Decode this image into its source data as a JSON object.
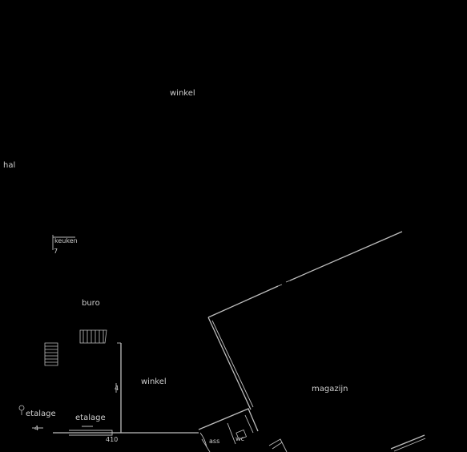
{
  "labels": {
    "winkel_top": "winkel",
    "hal": "hal",
    "keuken": "keuken",
    "toilet_num": "7",
    "buro": "buro",
    "winkel_center": "winkel",
    "magazijn": "magazijn",
    "etalage_left": "etalage",
    "etalage_right": "etalage",
    "ass": "ass",
    "wc": "wc",
    "dim_vertical": "4",
    "dim_bottom": "410",
    "dim_left": "4"
  },
  "colors": {
    "background": "#000000",
    "lines": "#bdbdbd",
    "text": "#cfcfcf"
  }
}
